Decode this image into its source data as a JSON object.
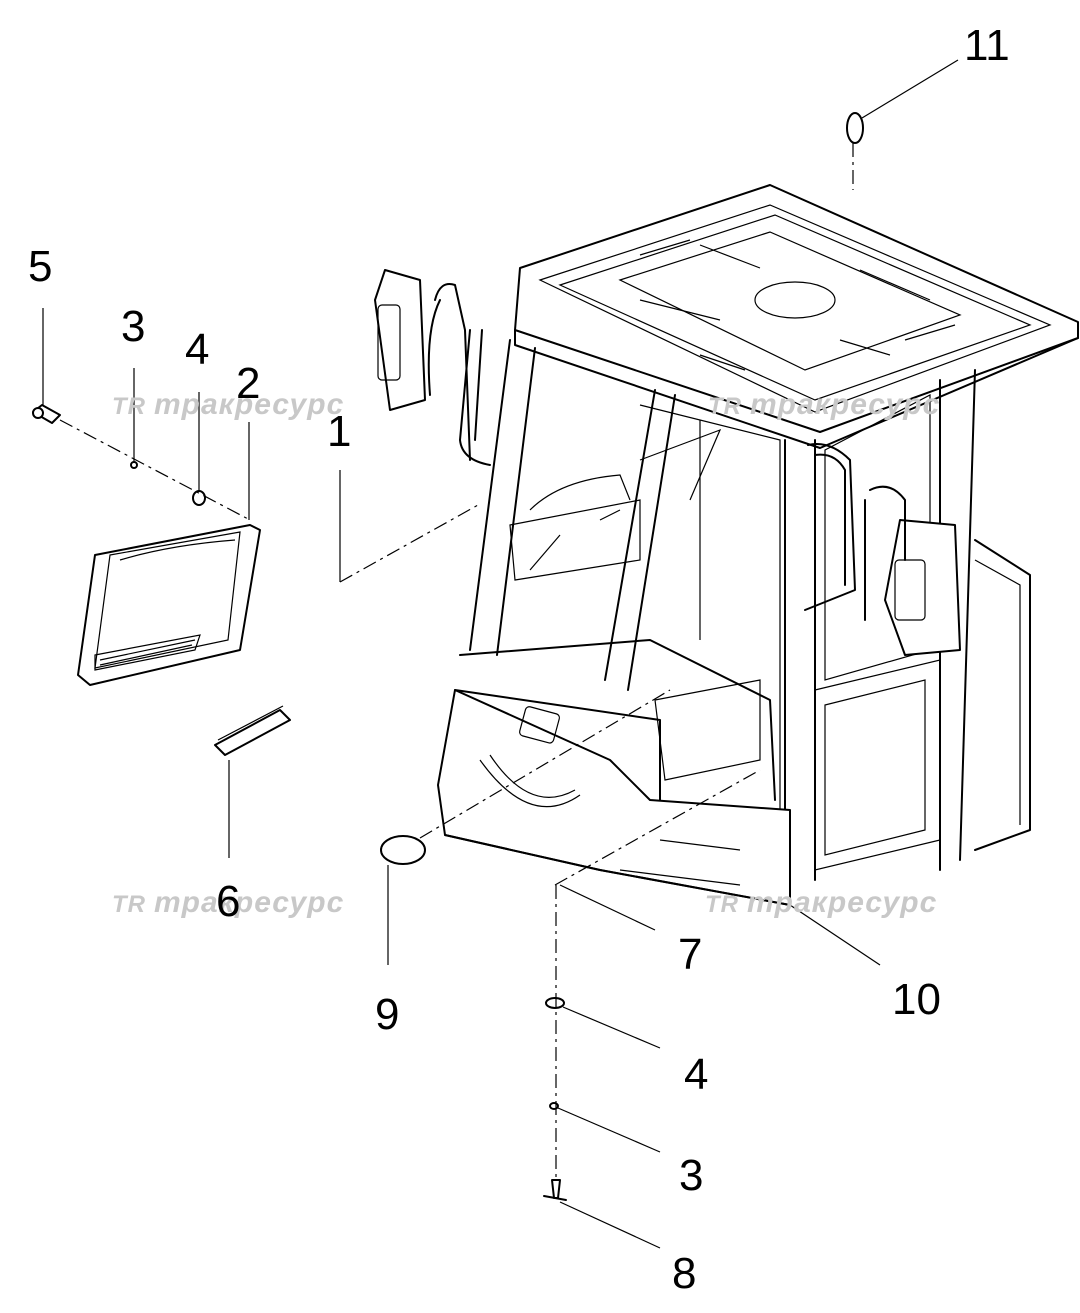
{
  "callouts": [
    {
      "id": "c1",
      "label": "1"
    },
    {
      "id": "c2",
      "label": "2"
    },
    {
      "id": "c3a",
      "label": "3"
    },
    {
      "id": "c3b",
      "label": "3"
    },
    {
      "id": "c4a",
      "label": "4"
    },
    {
      "id": "c4b",
      "label": "4"
    },
    {
      "id": "c5",
      "label": "5"
    },
    {
      "id": "c6",
      "label": "6"
    },
    {
      "id": "c7",
      "label": "7"
    },
    {
      "id": "c8",
      "label": "8"
    },
    {
      "id": "c9",
      "label": "9"
    },
    {
      "id": "c10",
      "label": "10"
    },
    {
      "id": "c11",
      "label": "11"
    }
  ],
  "watermark": {
    "logo": "TR",
    "text": "тракресурс"
  },
  "colors": {
    "line": "#000000",
    "watermark": "#c8c8c8",
    "background": "#ffffff"
  }
}
